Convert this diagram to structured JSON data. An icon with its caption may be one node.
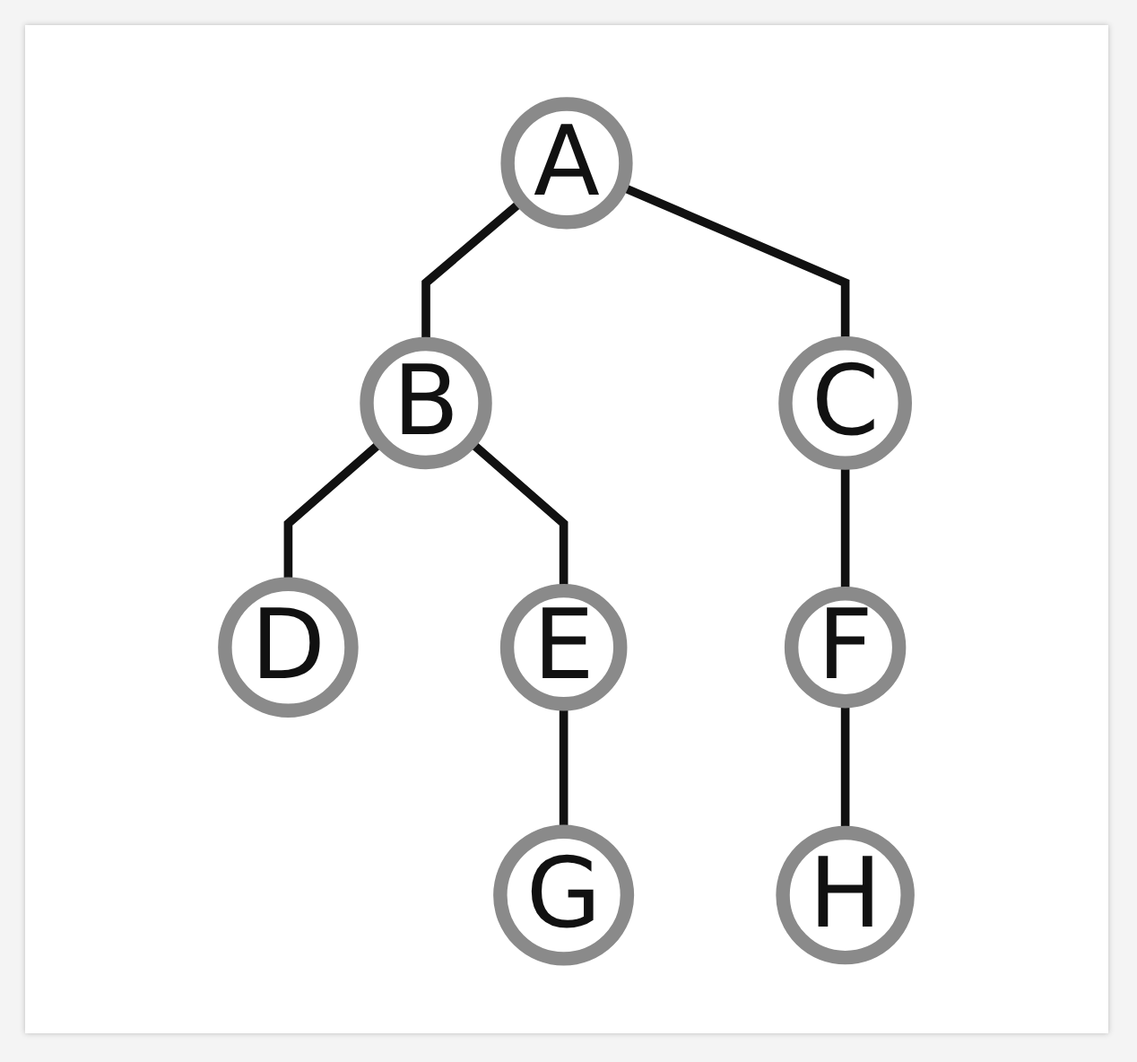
{
  "diagram": {
    "nodes": [
      {
        "text": [
          "A"
        ]
      },
      {
        "text": [
          "B"
        ]
      },
      {
        "text": [
          "C"
        ]
      },
      {
        "text": [
          "D"
        ]
      },
      {
        "text": [
          "E"
        ]
      },
      {
        "text": [
          "F"
        ]
      },
      {
        "text": [
          "G"
        ]
      },
      {
        "text": [
          "H"
        ]
      }
    ],
    "edges": [
      {
        "from": 0,
        "to": 1,
        "arrow": "none"
      },
      {
        "from": 0,
        "to": 2,
        "arrow": "none"
      },
      {
        "from": 1,
        "to": 3,
        "arrow": "none"
      },
      {
        "from": 1,
        "to": 4,
        "arrow": "none"
      },
      {
        "from": 4,
        "to": 6,
        "arrow": "none"
      },
      {
        "from": 2,
        "to": 5,
        "arrow": "none"
      },
      {
        "from": 5,
        "to": 7,
        "arrow": "none"
      }
    ]
  }
}
